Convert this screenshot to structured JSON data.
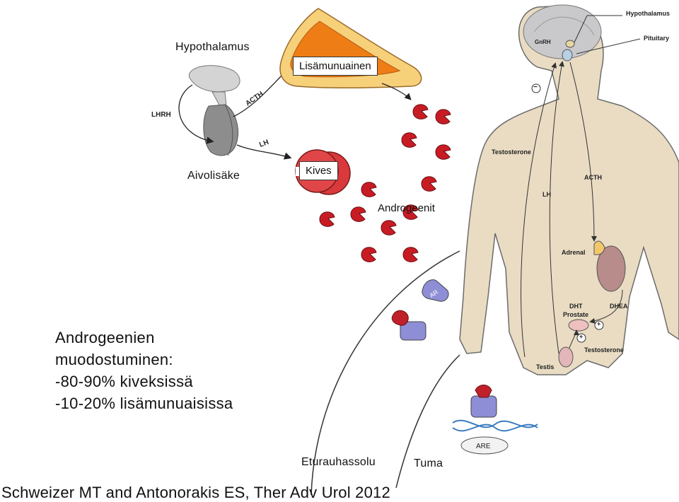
{
  "labels": {
    "hypothalamus": "Hypothalamus",
    "adrenal": "Lisämunuainen",
    "pituitary": "Aivolisäke",
    "testis": "Kives",
    "androgens": "Androgeenit",
    "lhrh": "LHRH",
    "acth": "ACTH",
    "lh": "LH",
    "prostate_cell": "Eturauhassolu",
    "nucleus": "Tuma",
    "ar": "AR",
    "are": "ARE"
  },
  "summary": {
    "line1": "Androgeenien",
    "line2": "muodostuminen:",
    "line3": "-80-90% kiveksissä",
    "line4": "-10-20% lisämunuaisissa"
  },
  "citation": "Schweizer MT and Antonorakis ES, Ther Adv Urol 2012",
  "body_figure": {
    "hypothalamus": "Hypothalamus",
    "pituitary": "Pituitary",
    "gnrh": "GnRH",
    "minus": "−",
    "testosterone": "Testosterone",
    "lh": "LH",
    "acth": "ACTH",
    "adrenal": "Adrenal",
    "dht": "DHT",
    "prostate": "Prostate",
    "dhea": "DHEA",
    "plus": "+",
    "testosterone2": "Testosterone",
    "testis": "Testis"
  }
}
